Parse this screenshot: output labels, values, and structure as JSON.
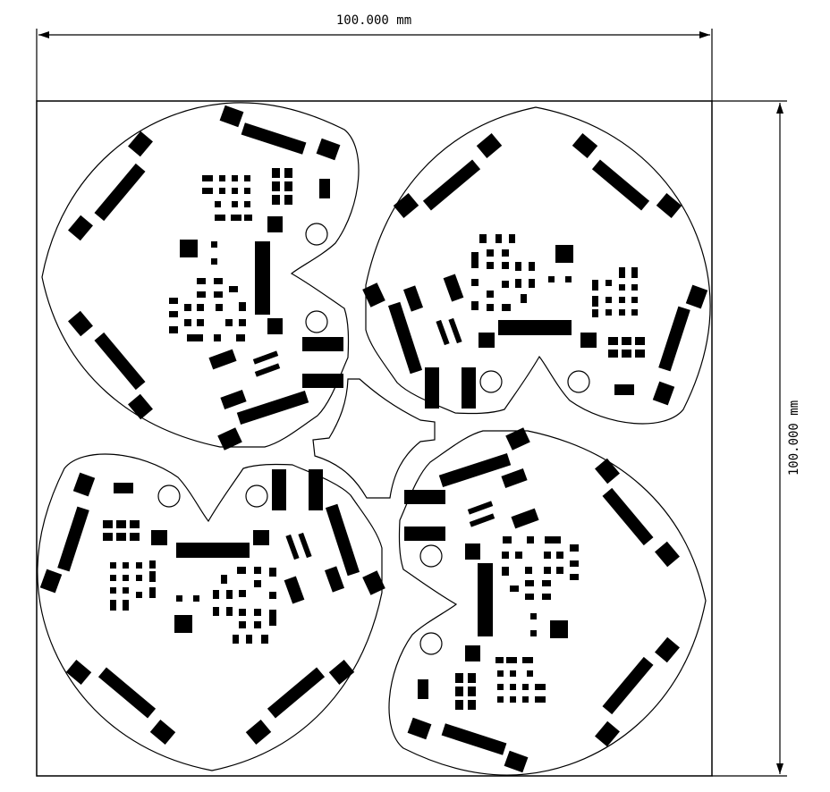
{
  "dimensions": {
    "width_label": "100.000 mm",
    "height_label": "100.000 mm"
  },
  "colors": {
    "background": "#ffffff",
    "ink": "#000000"
  },
  "board": {
    "panels": 4,
    "mounting_holes": 8
  }
}
